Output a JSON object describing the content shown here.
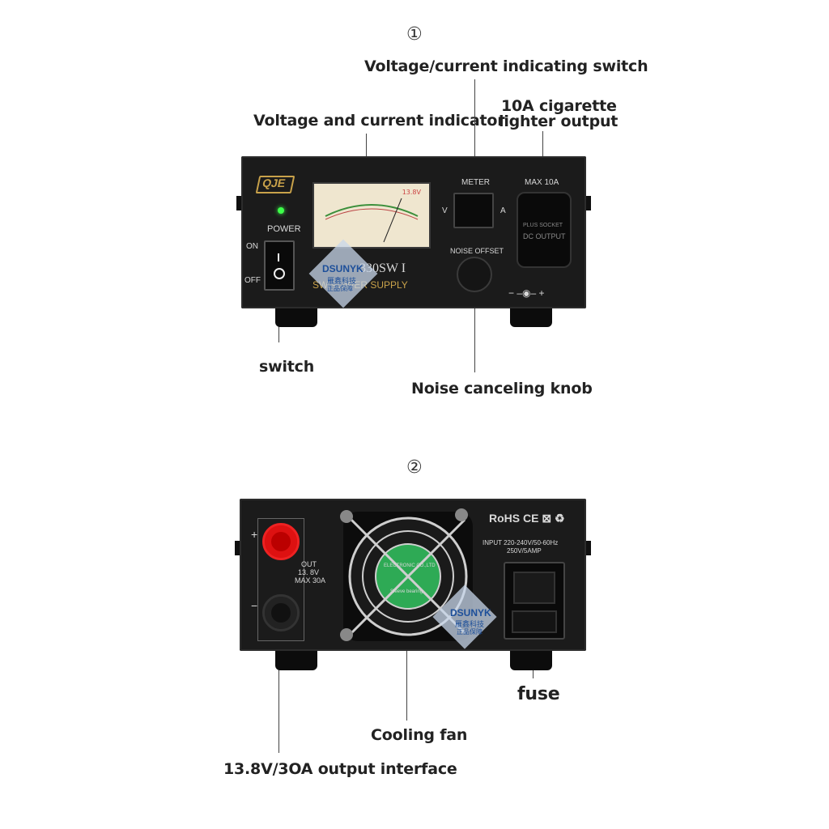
{
  "section1": {
    "number": "①",
    "labels": {
      "meter_switch": "Voltage/current indicating switch",
      "cig_line1": "10A cigarette",
      "cig_line2": "lighter output",
      "indicator": "Voltage and current indicator",
      "switch": "switch",
      "knob": "Noise canceling knob"
    },
    "device": {
      "brand": "QJE",
      "power_label": "POWER",
      "on_label": "ON",
      "off_label": "OFF",
      "meter_label": "METER",
      "v_label": "V",
      "a_label": "A",
      "max_label": "MAX 10A",
      "noise_label": "NOISE OFFSET",
      "model": "330SW I",
      "power_supply": "SW        POWER SUPPLY",
      "socket_line1": "PLUS SOCKET",
      "socket_line2": "DC OUTPUT",
      "polarity": "−  –◉–  +",
      "sticker_brand": "DSUNYK",
      "sticker_cn1": "雁鑫科技",
      "sticker_cn2": "正品保障",
      "meter_value": "13.8V"
    }
  },
  "section2": {
    "number": "②",
    "labels": {
      "fuse": "fuse",
      "fan": "Cooling fan",
      "output": "13.8V/3OA output interface"
    },
    "device": {
      "cert": "RoHS CE ⊠ ♻",
      "input_line1": "INPUT  220-240V/50-60Hz",
      "input_line2": "250V/5AMP",
      "plus": "+",
      "minus": "−",
      "out_line1": "OUT",
      "out_line2": "13. 8V",
      "out_line3": "MAX 30A",
      "fan_text": "ELECTRONIC CO.,LTD",
      "fan_sleeve": "Sleeve bearing",
      "sticker_brand": "DSUNYK",
      "sticker_cn1": "雁鑫科技",
      "sticker_cn2": "正品保障"
    }
  }
}
